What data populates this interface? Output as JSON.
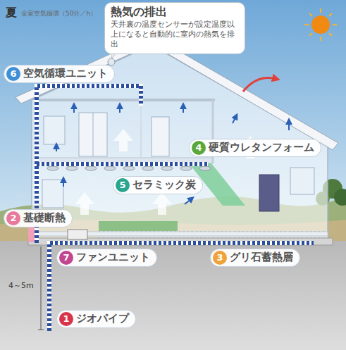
{
  "diagram": {
    "title": "夏",
    "nodes": [
      {
        "text": [
          "熱気の排出",
          "天井裏の温度センサーが設定温度以上になると自動的に室内の熱気を排出"
        ]
      },
      {
        "text": [
          "6",
          "空気循環ユニット"
        ]
      },
      {
        "text": [
          "4",
          "硬質ウレタンフォーム"
        ]
      },
      {
        "text": [
          "5",
          "セラミック炭"
        ]
      },
      {
        "text": [
          "2",
          "基礎断熱"
        ]
      },
      {
        "text": [
          "7",
          "ファンユニット"
        ]
      },
      {
        "text": [
          "3",
          "グリ石蓄熱層"
        ]
      },
      {
        "text": [
          "1",
          "ジオパイプ"
        ]
      }
    ],
    "labels": [
      "全室空気循環（50分／h）",
      "4～5m"
    ]
  }
}
